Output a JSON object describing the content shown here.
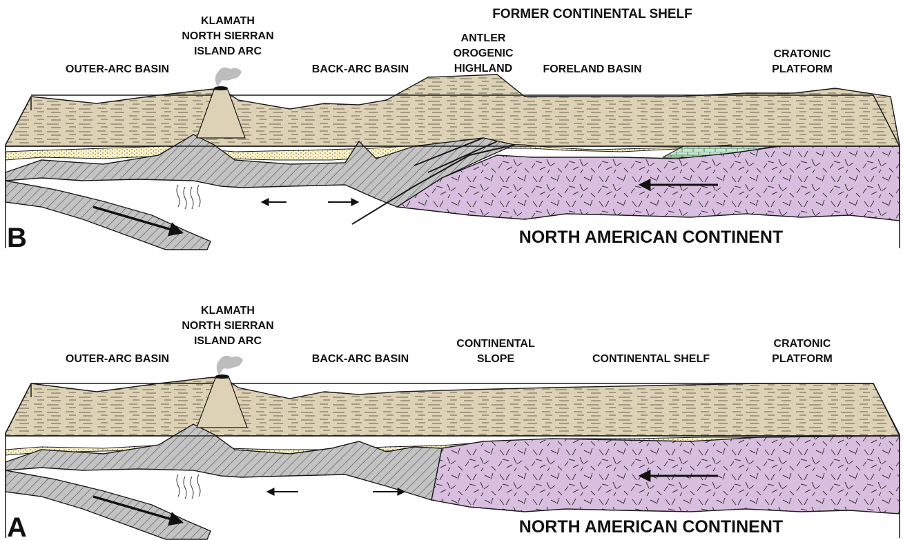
{
  "panel_b": {
    "letter": "B",
    "header": "FORMER CONTINENTAL SHELF",
    "labels": {
      "outer_arc": "OUTER-ARC BASIN",
      "arc_1": "KLAMATH",
      "arc_2": "NORTH SIERRAN",
      "arc_3": "ISLAND ARC",
      "back_arc": "BACK-ARC BASIN",
      "antler_1": "ANTLER",
      "antler_2": "OROGENIC",
      "antler_3": "HIGHLAND",
      "foreland": "FORELAND BASIN",
      "cratonic_1": "CRATONIC",
      "cratonic_2": "PLATFORM",
      "continent": "NORTH AMERICAN CONTINENT"
    }
  },
  "panel_a": {
    "letter": "A",
    "labels": {
      "outer_arc": "OUTER-ARC BASIN",
      "arc_1": "KLAMATH",
      "arc_2": "NORTH SIERRAN",
      "arc_3": "ISLAND ARC",
      "back_arc": "BACK-ARC BASIN",
      "slope_1": "CONTINENTAL",
      "slope_2": "SLOPE",
      "shelf": "CONTINENTAL SHELF",
      "cratonic_1": "CRATONIC",
      "cratonic_2": "PLATFORM",
      "continent": "NORTH AMERICAN CONTINENT"
    }
  },
  "colors": {
    "surface": "#ddd2b5",
    "sand": "#fbf2c4",
    "oceanic_crust": "#c3c3c3",
    "continental_crust": "#d8bedf",
    "carbonate": "#c6e6cf",
    "outline": "#1a1a1a"
  }
}
